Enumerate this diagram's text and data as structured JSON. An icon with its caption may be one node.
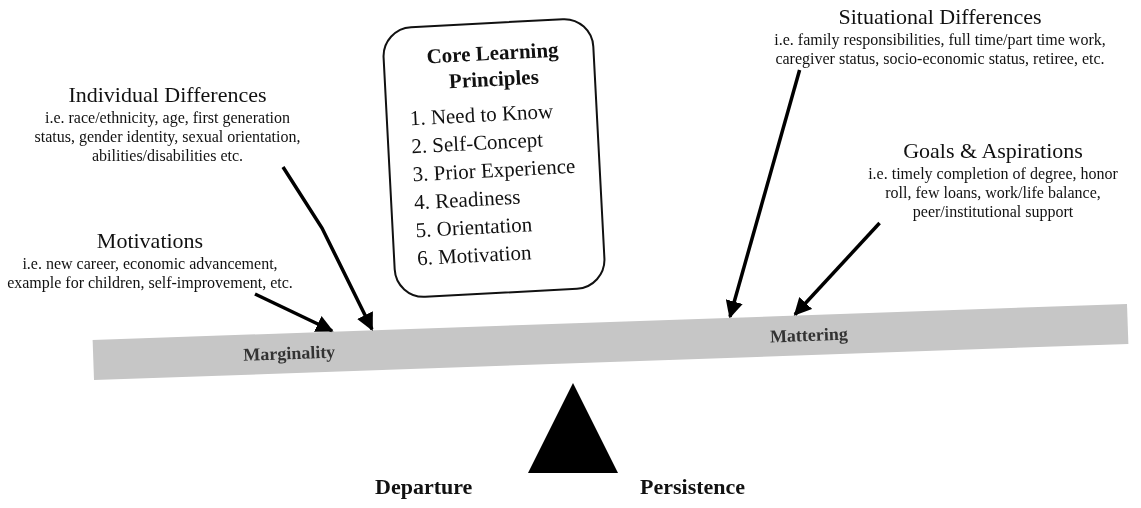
{
  "diagram": {
    "nodes": [
      {
        "text": [
          "Individual Differences",
          "i.e. race/ethnicity, age, first generation status, gender identity, sexual orientation, abilities/disabilities etc."
        ]
      },
      {
        "text": [
          "Motivations",
          "i.e. new career, economic advancement, example for children, self-improvement, etc."
        ]
      },
      {
        "text": [
          "Core Learning Principles",
          "1. Need to Know",
          "2. Self-Concept",
          "3. Prior Experience",
          "4. Readiness",
          "5. Orientation",
          "6. Motivation"
        ]
      },
      {
        "text": [
          "Situational Differences",
          "i.e. family responsibilities, full time/part time work, caregiver status, socio-economic status, retiree, etc."
        ]
      },
      {
        "text": [
          "Goals & Aspirations",
          "i.e. timely completion of degree, honor roll, few loans, work/life balance, peer/institutional support"
        ]
      },
      {
        "text": [
          "Marginality",
          "Mattering"
        ]
      },
      {
        "text": [],
        "shape": "triangle"
      }
    ],
    "edges": [
      {
        "from": 0,
        "to": 5,
        "arrow": "to"
      },
      {
        "from": 1,
        "to": 5,
        "arrow": "to"
      },
      {
        "from": 3,
        "to": 5,
        "arrow": "to"
      },
      {
        "from": 4,
        "to": 5,
        "arrow": "to"
      }
    ],
    "labels": [
      "Departure",
      "Persistence"
    ]
  }
}
